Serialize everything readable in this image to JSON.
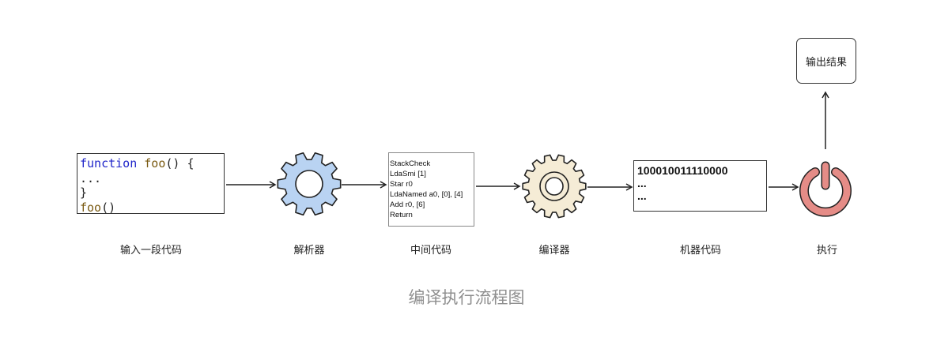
{
  "source_code": {
    "lines": [
      {
        "kw": "function",
        "name": "foo",
        "rest": "() {"
      },
      {
        "text": "..."
      },
      {
        "text": "}"
      },
      {
        "name": "foo",
        "rest": "()"
      }
    ]
  },
  "intermediate_code": {
    "lines": [
      "StackCheck",
      "LdaSmi [1]",
      "Star r0",
      "LdaNamed a0, [0], [4]",
      "Add r0, [6]",
      "Return"
    ]
  },
  "machine_code": {
    "lines": [
      "100010011110000",
      "...",
      "..."
    ]
  },
  "output_box": {
    "label": "输出结果"
  },
  "stage_labels": {
    "input": "输入一段代码",
    "parser": "解析器",
    "intermediate": "中间代码",
    "compiler": "编译器",
    "machine": "机器代码",
    "execute": "执行"
  },
  "caption": "编译执行流程图",
  "colors": {
    "parser_gear": "#b9d3f2",
    "compiler_gear": "#f5ecd6",
    "power_icon": "#e58c87",
    "caption": "#8f8f8f"
  }
}
